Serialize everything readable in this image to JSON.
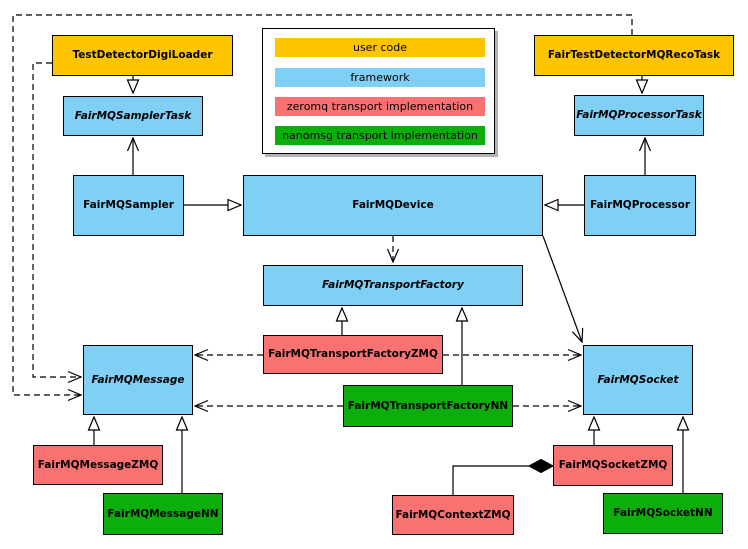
{
  "legend": {
    "items": [
      {
        "label": "user code",
        "color": "#FFC400"
      },
      {
        "label": "framework",
        "color": "#80CFF4"
      },
      {
        "label": "zeromq transport implementation",
        "color": "#F97272"
      },
      {
        "label": "nanomsg transport implementation",
        "color": "#0BAE0B"
      }
    ]
  },
  "nodes": {
    "testDetectorDigiLoader": {
      "label": "TestDetectorDigiLoader",
      "category": "user code"
    },
    "fairTestDetectorMQRecoTask": {
      "label": "FairTestDetectorMQRecoTask",
      "category": "user code"
    },
    "fairMQSamplerTask": {
      "label": "FairMQSamplerTask",
      "category": "framework",
      "abstract": true
    },
    "fairMQProcessorTask": {
      "label": "FairMQProcessorTask",
      "category": "framework",
      "abstract": true
    },
    "fairMQSampler": {
      "label": "FairMQSampler",
      "category": "framework"
    },
    "fairMQDevice": {
      "label": "FairMQDevice",
      "category": "framework"
    },
    "fairMQProcessor": {
      "label": "FairMQProcessor",
      "category": "framework"
    },
    "fairMQTransportFactory": {
      "label": "FairMQTransportFactory",
      "category": "framework",
      "abstract": true
    },
    "fairMQTransportFactoryZMQ": {
      "label": "FairMQTransportFactoryZMQ",
      "category": "zeromq"
    },
    "fairMQTransportFactoryNN": {
      "label": "FairMQTransportFactoryNN",
      "category": "nanomsg"
    },
    "fairMQMessage": {
      "label": "FairMQMessage",
      "category": "framework",
      "abstract": true
    },
    "fairMQSocket": {
      "label": "FairMQSocket",
      "category": "framework",
      "abstract": true
    },
    "fairMQMessageZMQ": {
      "label": "FairMQMessageZMQ",
      "category": "zeromq"
    },
    "fairMQMessageNN": {
      "label": "FairMQMessageNN",
      "category": "nanomsg"
    },
    "fairMQSocketZMQ": {
      "label": "FairMQSocketZMQ",
      "category": "zeromq"
    },
    "fairMQSocketNN": {
      "label": "FairMQSocketNN",
      "category": "nanomsg"
    },
    "fairMQContextZMQ": {
      "label": "FairMQContextZMQ",
      "category": "zeromq"
    }
  },
  "colors": {
    "user_code": "#FFC400",
    "framework": "#80CFF4",
    "zeromq": "#F97272",
    "nanomsg": "#0BAE0B",
    "border": "#000000",
    "background": "#FFFFFF"
  }
}
